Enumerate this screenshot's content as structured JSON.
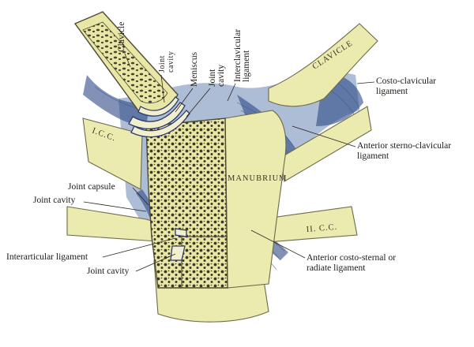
{
  "labels": {
    "clavicle_left": "Clavicle",
    "joint_cavity_top": "Joint cavity",
    "meniscus": "Meniscus",
    "joint_cavity_mid": "Joint cavity",
    "interclavicular_ligament": "Interclavicular ligament",
    "clavicle_right": "CLAVICLE",
    "costo_clavicular_ligament": "Costo-clavicular ligament",
    "i_cc": "I.C.C.",
    "anterior_sterno_clavicular_ligament": "Anterior sterno-clavicular ligament",
    "manubrium": "MANUBRIUM",
    "joint_capsule": "Joint capsule",
    "joint_cavity_left": "Joint cavity",
    "ii_cc": "II. C.C.",
    "interarticular_ligament": "Interarticular ligament",
    "anterior_costo_sternal_ligament": "Anterior costo-sternal or radiate ligament",
    "joint_cavity_bottom": "Joint cavity"
  },
  "colors": {
    "bone": "#ecebaf",
    "ligament_blue": "#2d4a86",
    "cancellous_bone": "#3b3826"
  }
}
